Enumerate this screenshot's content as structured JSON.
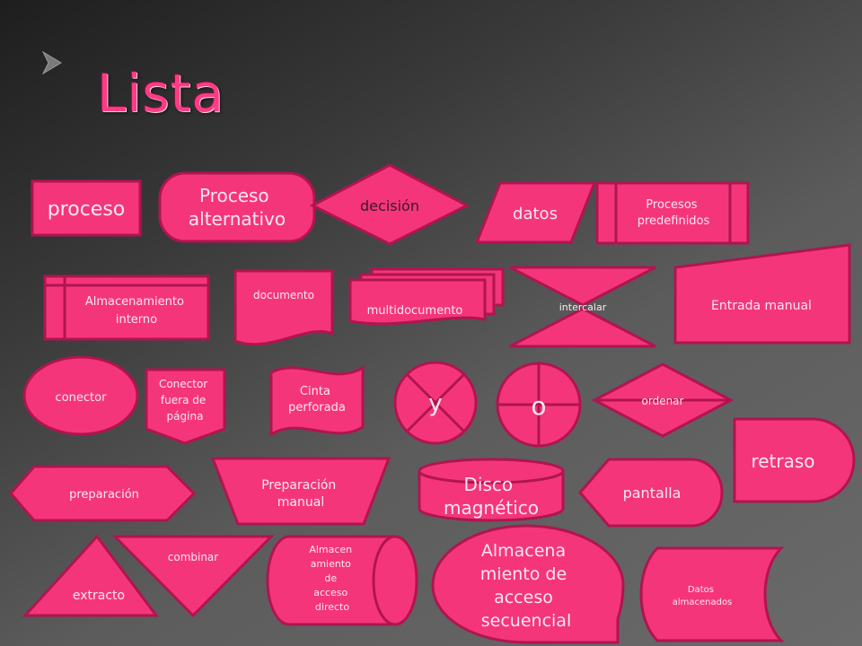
{
  "slide": {
    "title": "Lista",
    "fill_color": "#f5357a",
    "stroke_color": "#b01550",
    "background_color": "#4a4a4a"
  },
  "shapes": {
    "proceso": [
      "proceso"
    ],
    "proceso_alternativo": [
      "Proceso",
      "alternativo"
    ],
    "decision": [
      "decisión"
    ],
    "datos": [
      "datos"
    ],
    "procesos_predefinidos": [
      "Procesos",
      "predefinidos"
    ],
    "almacenamiento_interno": [
      "Almacenamiento",
      "interno"
    ],
    "documento": [
      "documento"
    ],
    "multidocumento": [
      "multidocumento"
    ],
    "intercalar": [
      "intercalar"
    ],
    "entrada_manual": [
      "Entrada manual"
    ],
    "conector": [
      "conector"
    ],
    "conector_fuera_pagina": [
      "Conector",
      "fuera de",
      "página"
    ],
    "cinta_perforada": [
      "Cinta",
      "perforada"
    ],
    "y": [
      "y"
    ],
    "o": [
      "o"
    ],
    "ordenar": [
      "ordenar"
    ],
    "retraso": [
      "retraso"
    ],
    "preparacion": [
      "preparación"
    ],
    "preparacion_manual": [
      "Preparación",
      "manual"
    ],
    "disco_magnetico": [
      "Disco",
      "magnético"
    ],
    "pantalla": [
      "pantalla"
    ],
    "extracto": [
      "extracto"
    ],
    "combinar": [
      "combinar"
    ],
    "almacenamiento_acceso_directo": [
      "Almacen",
      "amiento",
      "de",
      "acceso",
      "directo"
    ],
    "almacenamiento_acceso_secuencial": [
      "Almacena",
      "miento de",
      "acceso",
      "secuencial"
    ],
    "datos_almacenados": [
      "Datos",
      "almacenados"
    ]
  }
}
